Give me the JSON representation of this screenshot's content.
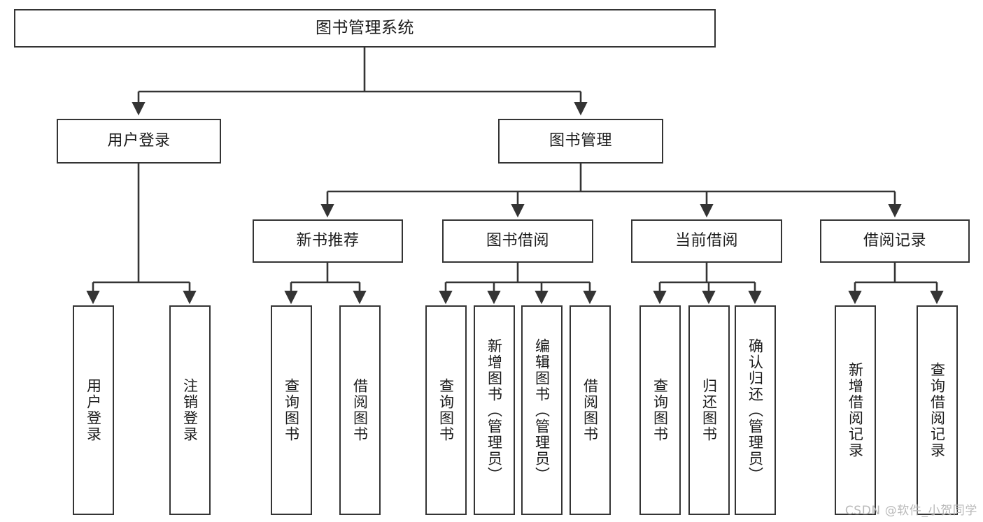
{
  "diagram": {
    "title": "图书管理系统",
    "type": "tree-hierarchy-diagram",
    "accent_color": "#343434",
    "background_color": "#ffffff",
    "text_color": "#1b1b1b",
    "nodes": {
      "root": {
        "label": "图书管理系统"
      },
      "level1": [
        {
          "label": "用户登录"
        },
        {
          "label": "图书管理"
        }
      ],
      "level2": [
        {
          "label": "新书推荐"
        },
        {
          "label": "图书借阅"
        },
        {
          "label": "当前借阅"
        },
        {
          "label": "借阅记录"
        }
      ],
      "leaves_user_login": [
        {
          "label": "用户登录"
        },
        {
          "label": "注销登录"
        }
      ],
      "leaves_new_books": [
        {
          "label": "查询图书"
        },
        {
          "label": "借阅图书"
        }
      ],
      "leaves_borrow": [
        {
          "label": "查询图书"
        },
        {
          "label": "新增图书（管理员）"
        },
        {
          "label": "编辑图书（管理员）"
        },
        {
          "label": "借阅图书"
        }
      ],
      "leaves_current": [
        {
          "label": "查询图书"
        },
        {
          "label": "归还图书"
        },
        {
          "label": "确认归还（管理员）"
        }
      ],
      "leaves_records": [
        {
          "label": "新增借阅记录"
        },
        {
          "label": "查询借阅记录"
        }
      ]
    },
    "watermark": "CSDN @软件_小贺同学"
  }
}
